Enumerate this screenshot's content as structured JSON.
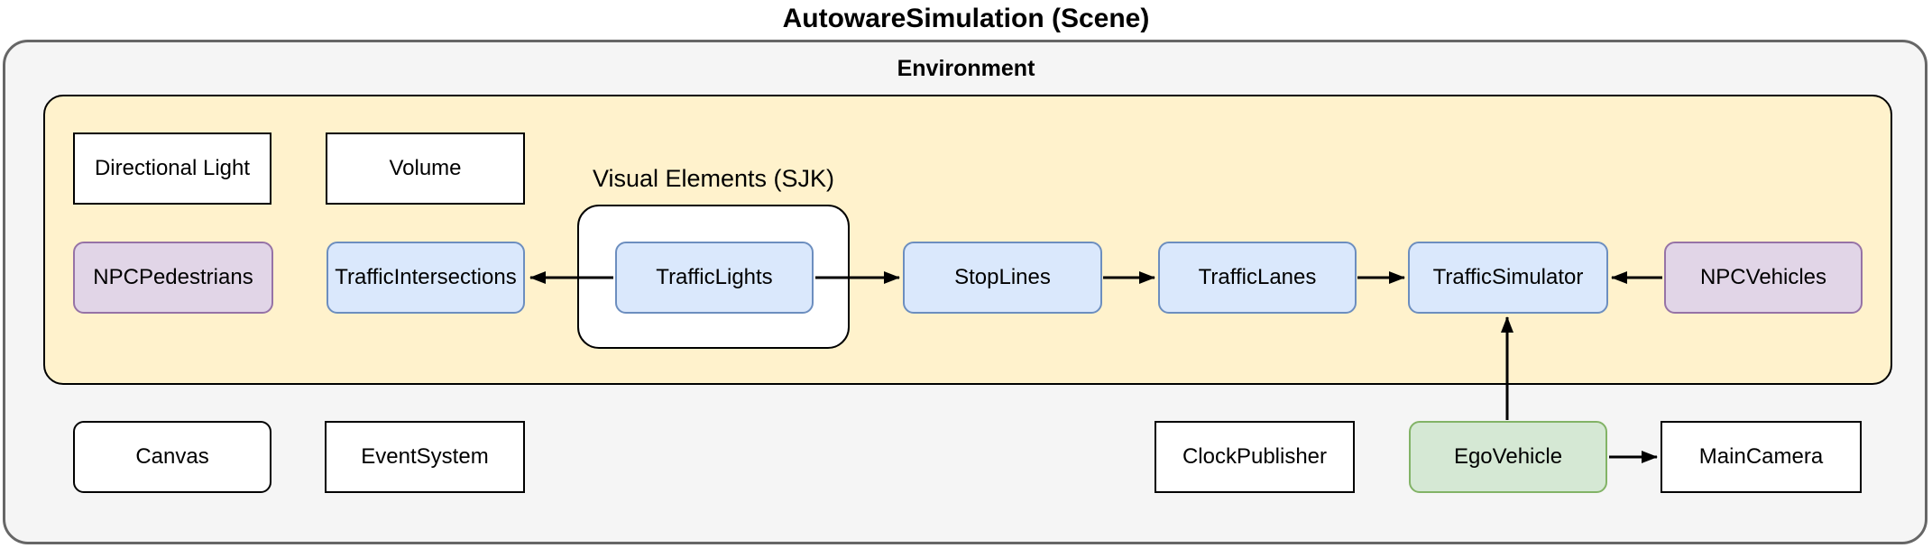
{
  "title": "AutowareSimulation (Scene)",
  "environment": {
    "label": "Environment"
  },
  "groups": {
    "visual_elements": {
      "label": "Visual Elements (SJK)"
    }
  },
  "nodes": {
    "directional_light": {
      "label": "Directional Light",
      "style": "white-rect"
    },
    "volume": {
      "label": "Volume",
      "style": "white-rect"
    },
    "npc_pedestrians": {
      "label": "NPCPedestrians",
      "style": "purple-rounded"
    },
    "traffic_intersections": {
      "label": "TrafficIntersections",
      "style": "blue-rounded"
    },
    "traffic_lights": {
      "label": "TrafficLights",
      "style": "blue-rounded"
    },
    "stop_lines": {
      "label": "StopLines",
      "style": "blue-rounded"
    },
    "traffic_lanes": {
      "label": "TrafficLanes",
      "style": "blue-rounded"
    },
    "traffic_simulator": {
      "label": "TrafficSimulator",
      "style": "blue-rounded"
    },
    "npc_vehicles": {
      "label": "NPCVehicles",
      "style": "purple-rounded"
    },
    "canvas": {
      "label": "Canvas",
      "style": "white-rounded"
    },
    "event_system": {
      "label": "EventSystem",
      "style": "white-rect"
    },
    "clock_publisher": {
      "label": "ClockPublisher",
      "style": "white-rect"
    },
    "ego_vehicle": {
      "label": "EgoVehicle",
      "style": "green-rounded"
    },
    "main_camera": {
      "label": "MainCamera",
      "style": "white-rect"
    }
  },
  "edges": [
    {
      "from": "TrafficLights",
      "to": "TrafficIntersections",
      "direction": "left"
    },
    {
      "from": "TrafficLights",
      "to": "StopLines",
      "direction": "right"
    },
    {
      "from": "StopLines",
      "to": "TrafficLanes",
      "direction": "right"
    },
    {
      "from": "TrafficLanes",
      "to": "TrafficSimulator",
      "direction": "right"
    },
    {
      "from": "NPCVehicles",
      "to": "TrafficSimulator",
      "direction": "left"
    },
    {
      "from": "EgoVehicle",
      "to": "TrafficSimulator",
      "direction": "up"
    },
    {
      "from": "EgoVehicle",
      "to": "MainCamera",
      "direction": "right"
    }
  ],
  "colors": {
    "scene_fill": "#f5f5f5",
    "scene_stroke": "#666666",
    "environment_fill": "#fff2cc",
    "environment_stroke": "#000000",
    "blue_fill": "#dae8fc",
    "blue_stroke": "#6c8ebf",
    "purple_fill": "#e1d5e7",
    "purple_stroke": "#9673a6",
    "green_fill": "#d5e8d4",
    "green_stroke": "#82b366",
    "plain_fill": "#ffffff",
    "plain_stroke": "#000000",
    "edge_color": "#000000"
  }
}
